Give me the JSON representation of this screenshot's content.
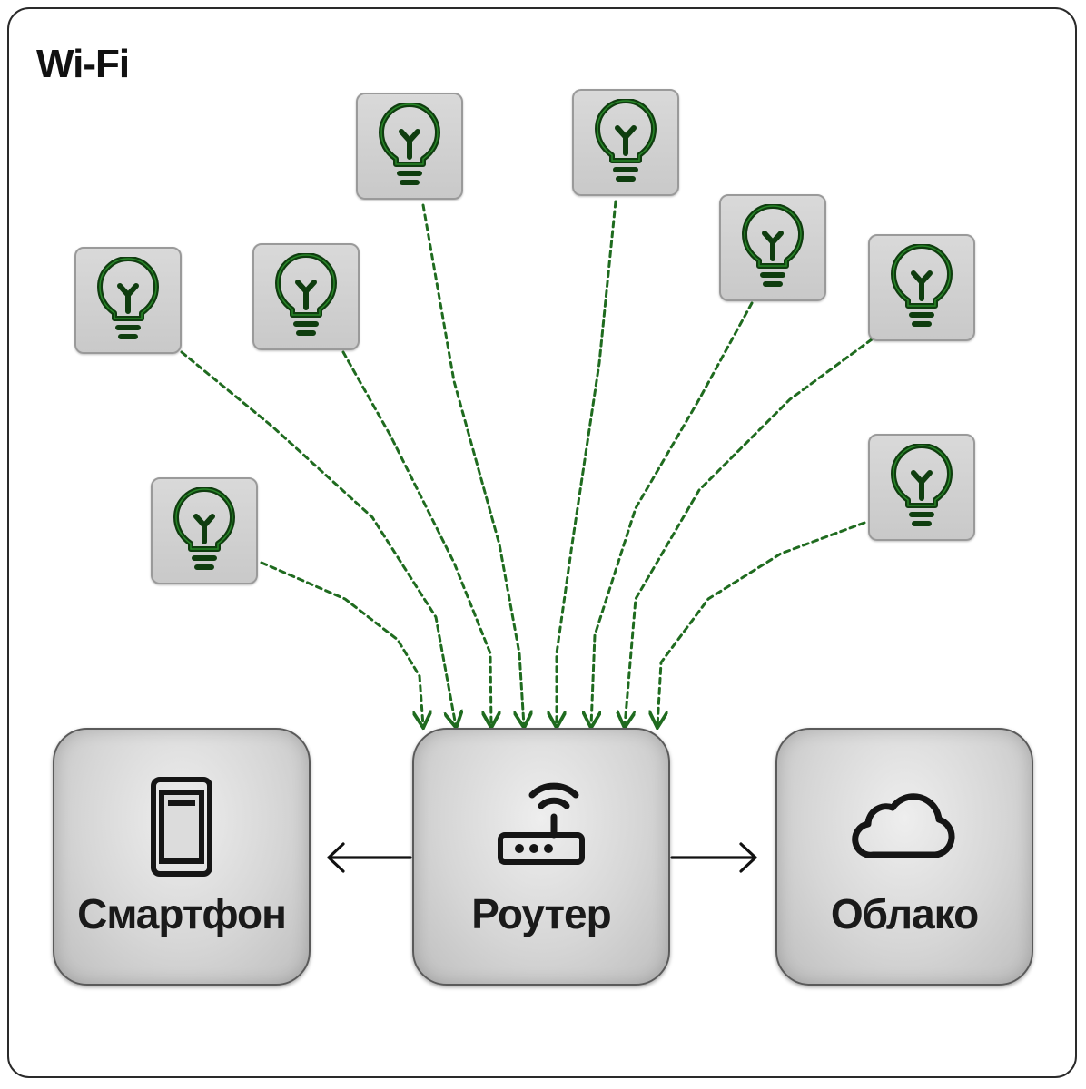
{
  "title": "Wi-Fi",
  "nodes": {
    "smartphone": {
      "label": "Смартфон",
      "icon": "smartphone-icon"
    },
    "router": {
      "label": "Роутер",
      "icon": "router-icon"
    },
    "cloud": {
      "label": "Облако",
      "icon": "cloud-icon"
    }
  },
  "devices": [
    {
      "icon": "lightbulb-icon"
    },
    {
      "icon": "lightbulb-icon"
    },
    {
      "icon": "lightbulb-icon"
    },
    {
      "icon": "lightbulb-icon"
    },
    {
      "icon": "lightbulb-icon"
    },
    {
      "icon": "lightbulb-icon"
    },
    {
      "icon": "lightbulb-icon"
    },
    {
      "icon": "lightbulb-icon"
    }
  ],
  "colors": {
    "link": "#1f6b1f",
    "bulb_stroke": "#0f3d0f",
    "bulb_glow": "#2f9a2f",
    "arrow": "#111111"
  }
}
